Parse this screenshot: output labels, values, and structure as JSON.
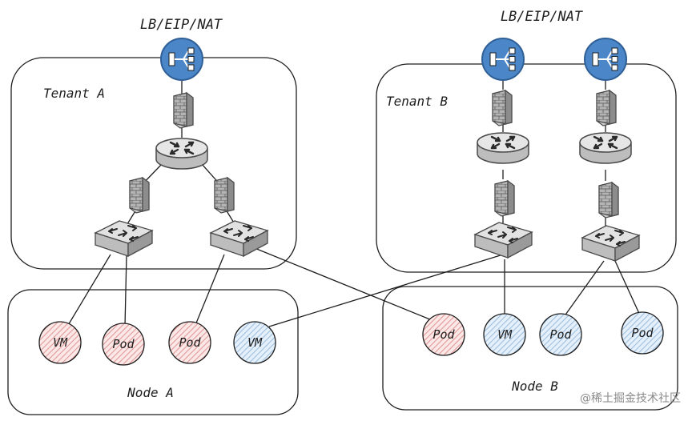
{
  "title_left": "LB/EIP/NAT",
  "title_right": "LB/EIP/NAT",
  "tenant_a": "Tenant A",
  "tenant_b": "Tenant B",
  "node_a": "Node A",
  "node_b": "Node B",
  "workloads_a": [
    "VM",
    "Pod",
    "Pod",
    "VM"
  ],
  "workloads_b": [
    "Pod",
    "VM",
    "Pod",
    "Pod"
  ],
  "watermark": "@稀土掘金技术社区",
  "colors": {
    "lb_blue": "#4a86c8",
    "pink": "#e8a0a0",
    "blue_hatch": "#a9c8e4",
    "gray": "#e0e0e0",
    "firewall": "#a8a8a8"
  }
}
